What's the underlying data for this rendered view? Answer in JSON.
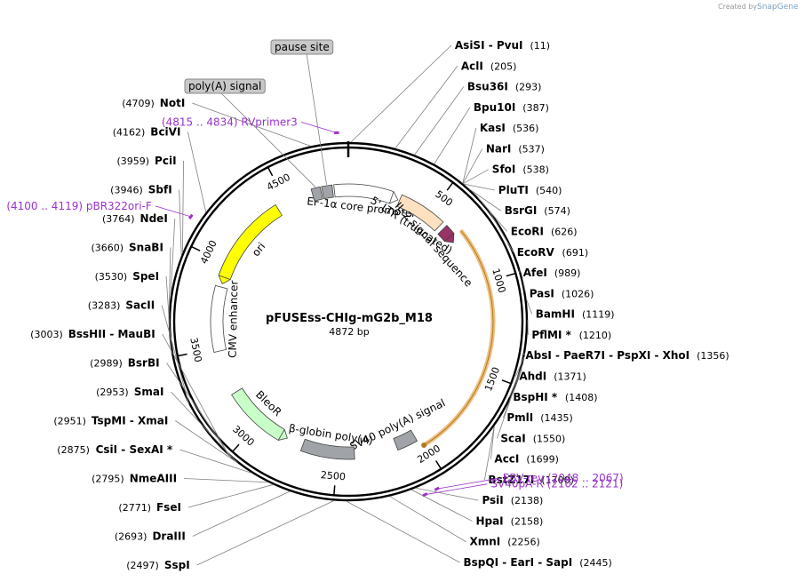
{
  "credit": {
    "prefix": "Created by",
    "brand": "SnapGene"
  },
  "plasmid": {
    "name": "pFUSEss-CHIg-mG2b_M18",
    "size_label": "4872 bp",
    "length": 4872
  },
  "colors": {
    "backbone": "#000000",
    "ori": "#ffff00",
    "ltr": "#ffe0c0",
    "il2": "#993366",
    "bleor": "#c8ffc8",
    "polya": "#a0a4a8",
    "promoter": "#ffffff",
    "orf_track": "#f0c080",
    "primer": "#9933cc",
    "leader": "#808080"
  },
  "ticks": [
    {
      "label": "500",
      "bp": 500
    },
    {
      "label": "1000",
      "bp": 1000
    },
    {
      "label": "1500",
      "bp": 1500
    },
    {
      "label": "2000",
      "bp": 2000
    },
    {
      "label": "2500",
      "bp": 2500
    },
    {
      "label": "3000",
      "bp": 3000
    },
    {
      "label": "3500",
      "bp": 3500
    },
    {
      "label": "4000",
      "bp": 4000
    },
    {
      "label": "4500",
      "bp": 4500
    }
  ],
  "features": [
    {
      "id": "ori",
      "label": "ori",
      "start": 3920,
      "end": 4440,
      "type": "arrow-ccw",
      "color": "#ffff00"
    },
    {
      "id": "ef1a",
      "label": "EF-1α core promoter",
      "start": 4790,
      "end": 260,
      "type": "arrow-cw",
      "color": "#ffffff"
    },
    {
      "id": "ltr",
      "label": "5' LTR (truncated)",
      "start": 310,
      "end": 590,
      "type": "box",
      "color": "#ffe0c0"
    },
    {
      "id": "il2",
      "label": "IL-2 signal sequence",
      "start": 618,
      "end": 678,
      "type": "arrow-cw",
      "color": "#993366"
    },
    {
      "id": "sv40pa",
      "label": "SV40 poly(A) signal",
      "start": 2030,
      "end": 2150,
      "type": "box",
      "color": "#a0a4a8"
    },
    {
      "id": "bglobin",
      "label": "β-globin poly(A)",
      "start": 2400,
      "end": 2710,
      "type": "box",
      "color": "#a0a4a8"
    },
    {
      "id": "bleor",
      "label": "BleoR",
      "start": 2850,
      "end": 3220,
      "type": "arrow-ccw",
      "color": "#c8ffc8"
    },
    {
      "id": "cmv",
      "label": "CMV enhancer",
      "start": 3480,
      "end": 3860,
      "type": "box",
      "color": "#ffffff"
    },
    {
      "id": "pause",
      "label": "pause site",
      "start": 4720,
      "end": 4780,
      "type": "box",
      "color": "#a0a4a8"
    },
    {
      "id": "polyasig",
      "label": "poly(A) signal",
      "start": 4660,
      "end": 4712,
      "type": "box",
      "color": "#a0a4a8"
    },
    {
      "id": "orf",
      "label": "",
      "start": 690,
      "end": 2010,
      "type": "orf",
      "color": "#f0c080"
    }
  ],
  "sites": [
    {
      "name": "AsiSI",
      "extra": [
        "PvuI"
      ],
      "pos": "(11)",
      "bp": 11
    },
    {
      "name": "AclI",
      "pos": "(205)",
      "bp": 205
    },
    {
      "name": "Bsu36I",
      "pos": "(293)",
      "bp": 293
    },
    {
      "name": "Bpu10I",
      "pos": "(387)",
      "bp": 387
    },
    {
      "name": "KasI",
      "pos": "(536)",
      "bp": 536
    },
    {
      "name": "NarI",
      "pos": "(537)",
      "bp": 537
    },
    {
      "name": "SfoI",
      "pos": "(538)",
      "bp": 538
    },
    {
      "name": "PluTI",
      "pos": "(540)",
      "bp": 540
    },
    {
      "name": "BsrGI",
      "pos": "(574)",
      "bp": 574
    },
    {
      "name": "EcoRI",
      "pos": "(626)",
      "bp": 626
    },
    {
      "name": "EcoRV",
      "pos": "(691)",
      "bp": 691
    },
    {
      "name": "AfeI",
      "pos": "(989)",
      "bp": 989
    },
    {
      "name": "PasI",
      "pos": "(1026)",
      "bp": 1026
    },
    {
      "name": "BamHI",
      "pos": "(1119)",
      "bp": 1119
    },
    {
      "name": "PflMI *",
      "pos": "(1210)",
      "bp": 1210
    },
    {
      "name": "AbsI",
      "extra": [
        "PaeR7I",
        "PspXI",
        "XhoI"
      ],
      "pos": "(1356)",
      "bp": 1356
    },
    {
      "name": "AhdI",
      "pos": "(1371)",
      "bp": 1371
    },
    {
      "name": "BspHI *",
      "pos": "(1408)",
      "bp": 1408
    },
    {
      "name": "PmlI",
      "pos": "(1435)",
      "bp": 1435
    },
    {
      "name": "ScaI",
      "pos": "(1550)",
      "bp": 1550
    },
    {
      "name": "AccI",
      "pos": "(1699)",
      "bp": 1699
    },
    {
      "name": "BstZ17I",
      "pos": "(1700)",
      "bp": 1700
    },
    {
      "name": "PsiI",
      "pos": "(2138)",
      "bp": 2138
    },
    {
      "name": "HpaI",
      "pos": "(2158)",
      "bp": 2158
    },
    {
      "name": "XmnI",
      "pos": "(2256)",
      "bp": 2256
    },
    {
      "name": "BspQI",
      "extra": [
        "EarI",
        "SapI"
      ],
      "pos": "(2445)",
      "bp": 2445
    },
    {
      "name": "SspI",
      "pos": "(2497)",
      "bp": 2497,
      "side": "left"
    },
    {
      "name": "DraIII",
      "pos": "(2693)",
      "bp": 2693,
      "side": "left"
    },
    {
      "name": "FseI",
      "pos": "(2771)",
      "bp": 2771,
      "side": "left"
    },
    {
      "name": "NmeAIII",
      "pos": "(2795)",
      "bp": 2795,
      "side": "left"
    },
    {
      "name": "CsiI",
      "extra": [
        "SexAI *"
      ],
      "pos": "(2875)",
      "bp": 2875,
      "side": "left"
    },
    {
      "name": "TspMI",
      "extra": [
        "XmaI"
      ],
      "pos": "(2951)",
      "bp": 2951,
      "side": "left"
    },
    {
      "name": "SmaI",
      "pos": "(2953)",
      "bp": 2953,
      "side": "left"
    },
    {
      "name": "BsrBI",
      "pos": "(2989)",
      "bp": 2989,
      "side": "left"
    },
    {
      "name": "BssHII",
      "extra": [
        "MauBI"
      ],
      "pos": "(3003)",
      "bp": 3003,
      "side": "left"
    },
    {
      "name": "SacII",
      "pos": "(3283)",
      "bp": 3283,
      "side": "left"
    },
    {
      "name": "SpeI",
      "pos": "(3530)",
      "bp": 3530,
      "side": "left"
    },
    {
      "name": "SnaBI",
      "pos": "(3660)",
      "bp": 3660,
      "side": "left"
    },
    {
      "name": "NdeI",
      "pos": "(3764)",
      "bp": 3764,
      "side": "left"
    },
    {
      "name": "SbfI",
      "pos": "(3946)",
      "bp": 3946,
      "side": "left"
    },
    {
      "name": "PciI",
      "pos": "(3959)",
      "bp": 3959,
      "side": "left"
    },
    {
      "name": "BciVI",
      "pos": "(4162)",
      "bp": 4162,
      "side": "left"
    },
    {
      "name": "NotI",
      "pos": "(4709)",
      "bp": 4709,
      "side": "left"
    }
  ],
  "primers": [
    {
      "name": "RVprimer3",
      "range": "(4815 .. 4834)",
      "bp": 4824,
      "side": "left"
    },
    {
      "name": "pBR322ori-F",
      "range": "(4100 .. 4119)",
      "bp": 4110,
      "side": "left"
    },
    {
      "name": "EBV-rev",
      "range": "(2048 .. 2067)",
      "bp": 2058,
      "side": "right"
    },
    {
      "name": "SV40pA-R",
      "range": "(2102 .. 2121)",
      "bp": 2112,
      "side": "right"
    }
  ],
  "callouts": [
    {
      "label": "pause site",
      "bp": 4750
    },
    {
      "label": "poly(A) signal",
      "bp": 4686
    }
  ]
}
